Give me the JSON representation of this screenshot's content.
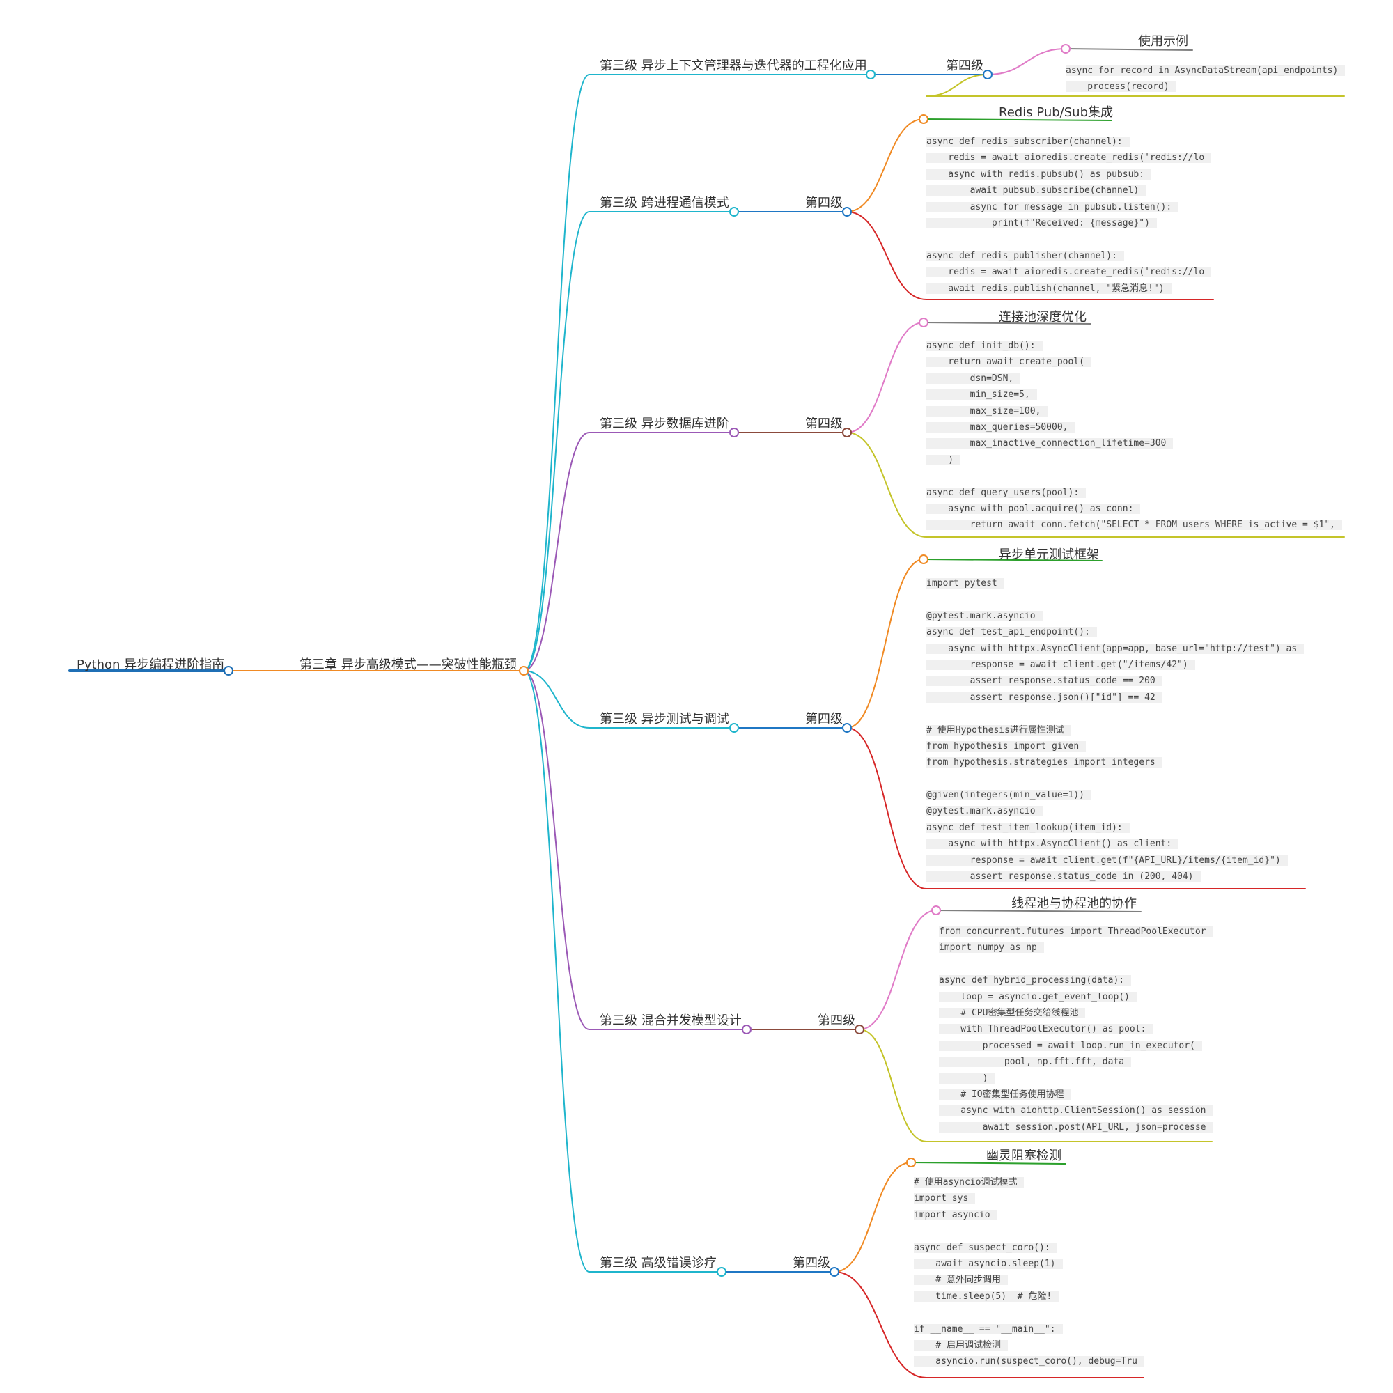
{
  "root": {
    "label": "Python 异步编程进阶指南"
  },
  "chapter": {
    "label": "第三章 异步高级模式——突破性能瓶颈"
  },
  "branches": [
    {
      "label": "第三级 异步上下文管理器与迭代器的工程化应用",
      "sub_label": "第四级",
      "title": "使用示例",
      "code": [
        "async for record in AsyncDataStream(api_endpoints)",
        "    process(record)"
      ]
    },
    {
      "label": "第三级 跨进程通信模式",
      "sub_label": "第四级",
      "title": "Redis Pub/Sub集成",
      "code": [
        "async def redis_subscriber(channel):",
        "    redis = await aioredis.create_redis('redis://lo",
        "    async with redis.pubsub() as pubsub:",
        "        await pubsub.subscribe(channel)",
        "        async for message in pubsub.listen():",
        "            print(f\"Received: {message}\")",
        "",
        "async def redis_publisher(channel):",
        "    redis = await aioredis.create_redis('redis://lo",
        "    await redis.publish(channel, \"紧急消息!\")"
      ]
    },
    {
      "label": "第三级 异步数据库进阶",
      "sub_label": "第四级",
      "title": "连接池深度优化",
      "code": [
        "async def init_db():",
        "    return await create_pool(",
        "        dsn=DSN,",
        "        min_size=5,",
        "        max_size=100,",
        "        max_queries=50000,",
        "        max_inactive_connection_lifetime=300",
        "    )",
        "",
        "async def query_users(pool):",
        "    async with pool.acquire() as conn:",
        "        return await conn.fetch(\"SELECT * FROM users WHERE is_active = $1\","
      ]
    },
    {
      "label": "第三级 异步测试与调试",
      "sub_label": "第四级",
      "title": "异步单元测试框架",
      "code": [
        "import pytest",
        "",
        "@pytest.mark.asyncio",
        "async def test_api_endpoint():",
        "    async with httpx.AsyncClient(app=app, base_url=\"http://test\") as",
        "        response = await client.get(\"/items/42\")",
        "        assert response.status_code == 200",
        "        assert response.json()[\"id\"] == 42",
        "",
        "# 使用Hypothesis进行属性测试",
        "from hypothesis import given",
        "from hypothesis.strategies import integers",
        "",
        "@given(integers(min_value=1))",
        "@pytest.mark.asyncio",
        "async def test_item_lookup(item_id):",
        "    async with httpx.AsyncClient() as client:",
        "        response = await client.get(f\"{API_URL}/items/{item_id}\")",
        "        assert response.status_code in (200, 404)"
      ]
    },
    {
      "label": "第三级 混合并发模型设计",
      "sub_label": "第四级",
      "title": "线程池与协程池的协作",
      "code": [
        "from concurrent.futures import ThreadPoolExecutor",
        "import numpy as np",
        "",
        "async def hybrid_processing(data):",
        "    loop = asyncio.get_event_loop()",
        "    # CPU密集型任务交给线程池",
        "    with ThreadPoolExecutor() as pool:",
        "        processed = await loop.run_in_executor(",
        "            pool, np.fft.fft, data",
        "        )",
        "    # IO密集型任务使用协程",
        "    async with aiohttp.ClientSession() as session",
        "        await session.post(API_URL, json=processe"
      ]
    },
    {
      "label": "第三级 高级错误诊疗",
      "sub_label": "第四级",
      "title": "幽灵阻塞检测",
      "code": [
        "# 使用asyncio调试模式",
        "import sys",
        "import asyncio",
        "",
        "async def suspect_coro():",
        "    await asyncio.sleep(1)",
        "    # 意外同步调用",
        "    time.sleep(5)  # 危险!",
        "",
        "if __name__ == \"__main__\":",
        "    # 启用调试检测",
        "    asyncio.run(suspect_coro(), debug=Tru"
      ]
    }
  ],
  "colors": {
    "root": "#1f6fb5",
    "orange": "#f08a24",
    "cyan": "#1fb5cc",
    "blue": "#1f77c4",
    "purple": "#9b59b6",
    "brown": "#8b4a3c",
    "pink": "#e07bc7",
    "olive": "#c4c42a",
    "green": "#2ca02c",
    "red": "#d62728",
    "gray": "#7f7f7f"
  }
}
